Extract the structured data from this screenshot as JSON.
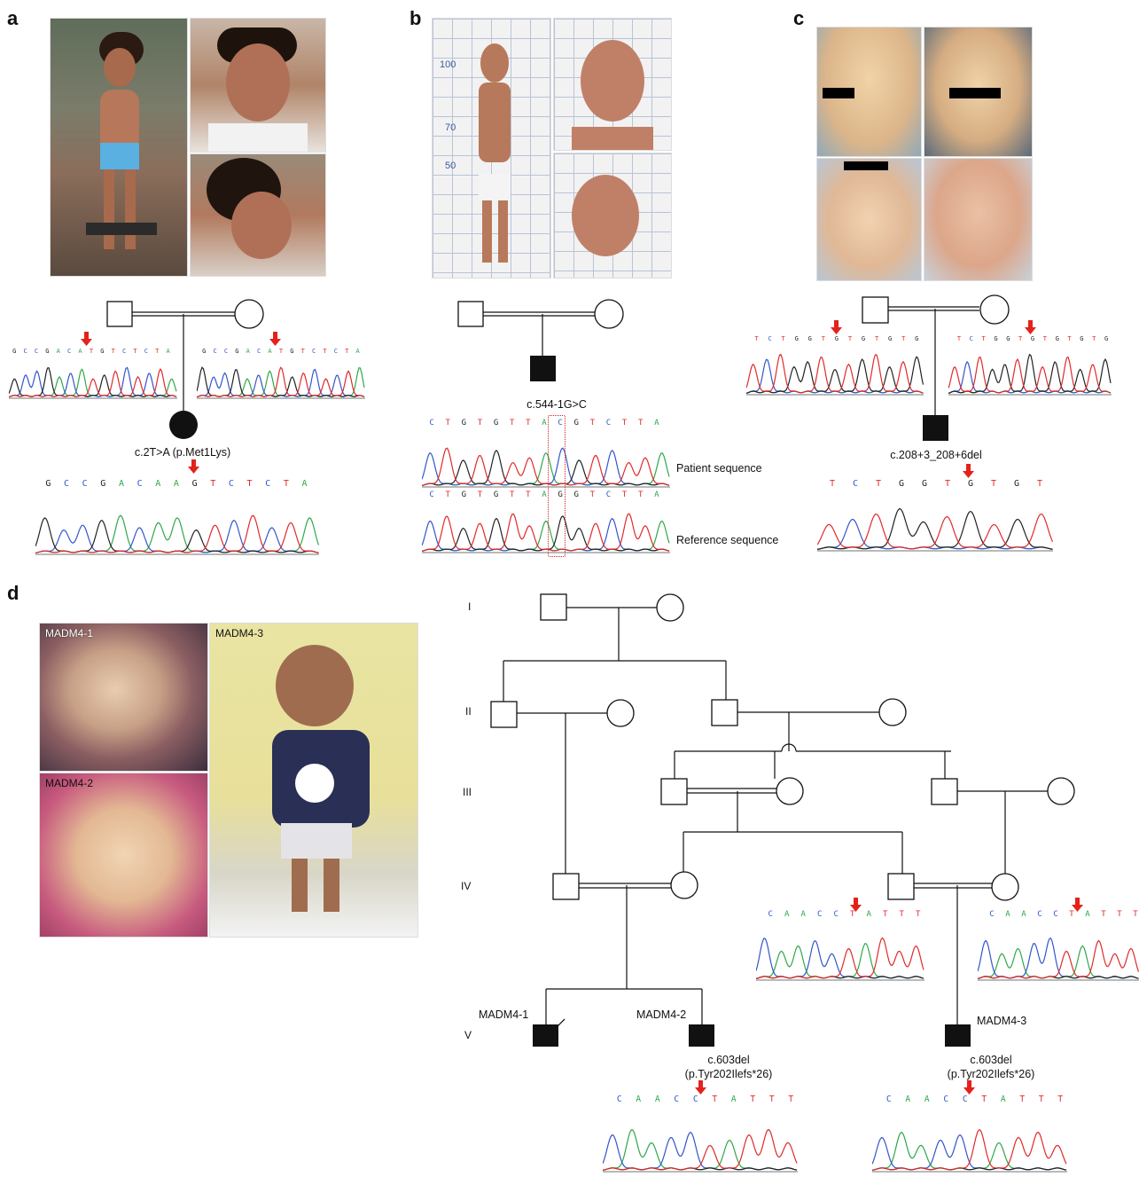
{
  "panels": {
    "a": {
      "letter": "a",
      "variant": "c.2T>A (p.Met1Lys)",
      "father_seq": "GCCGACATGTCTCTA",
      "mother_seq": "GCCGACATGTCTCTA",
      "patient_seq": "GCCGACAAGTCTCTA"
    },
    "b": {
      "letter": "b",
      "variant": "c.544-1G>C",
      "patient_seq": "CTGTGTTACGTCTTA",
      "reference_seq": "CTGTGTTAGGTCTTA",
      "patient_label": "Patient sequence",
      "reference_label": "Reference sequence",
      "ruler": [
        "100",
        "70",
        "50"
      ]
    },
    "c": {
      "letter": "c",
      "variant": "c.208+3_208+6del",
      "father_seq": "TCTGGTGTGTGTG",
      "mother_seq": "TCTGGTGTGTGTG",
      "patient_seq": "TCTGGTGTGT"
    },
    "d": {
      "letter": "d",
      "photo_labels": [
        "MADM4-1",
        "MADM4-2",
        "MADM4-3"
      ],
      "generations": [
        "I",
        "II",
        "III",
        "IV",
        "V"
      ],
      "carrier_seq_left": "CAACCTATTT",
      "carrier_seq_right": "CAACCTATTT",
      "patients": [
        {
          "label": "MADM4-1"
        },
        {
          "label": "MADM4-2",
          "variant": "c.603del",
          "protein": "(p.Tyr202Ilefs*26)",
          "seq": "CAACCTATTT"
        },
        {
          "label": "MADM4-3",
          "variant": "c.603del",
          "protein": "(p.Tyr202Ilefs*26)",
          "seq": "CAACCTATTT"
        }
      ]
    }
  },
  "colors": {
    "A": "#2ea84a",
    "C": "#3355cc",
    "G": "#222222",
    "T": "#e02a2a",
    "arrow": "#e3221b",
    "highlight": "#d62020"
  }
}
